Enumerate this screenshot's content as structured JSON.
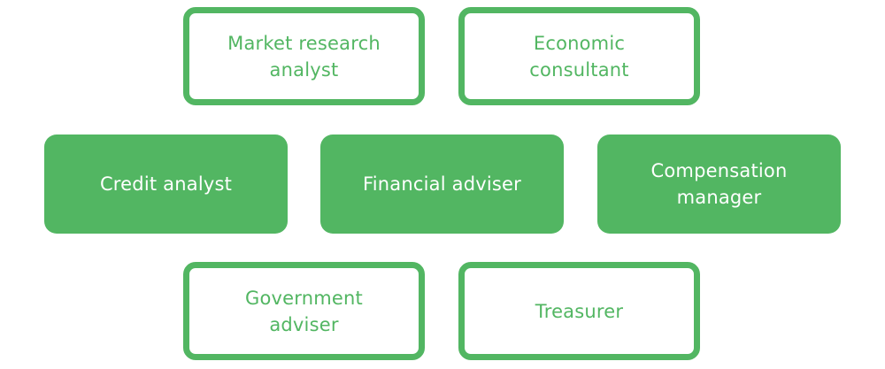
{
  "colors": {
    "green": "#52b662",
    "white": "#ffffff"
  },
  "boxes": {
    "market_research_analyst": "Market research\nanalyst",
    "economic_consultant": "Economic\nconsultant",
    "credit_analyst": "Credit analyst",
    "financial_adviser": "Financial adviser",
    "compensation_manager": "Compensation\nmanager",
    "government_adviser": "Government\nadviser",
    "treasurer": "Treasurer"
  }
}
